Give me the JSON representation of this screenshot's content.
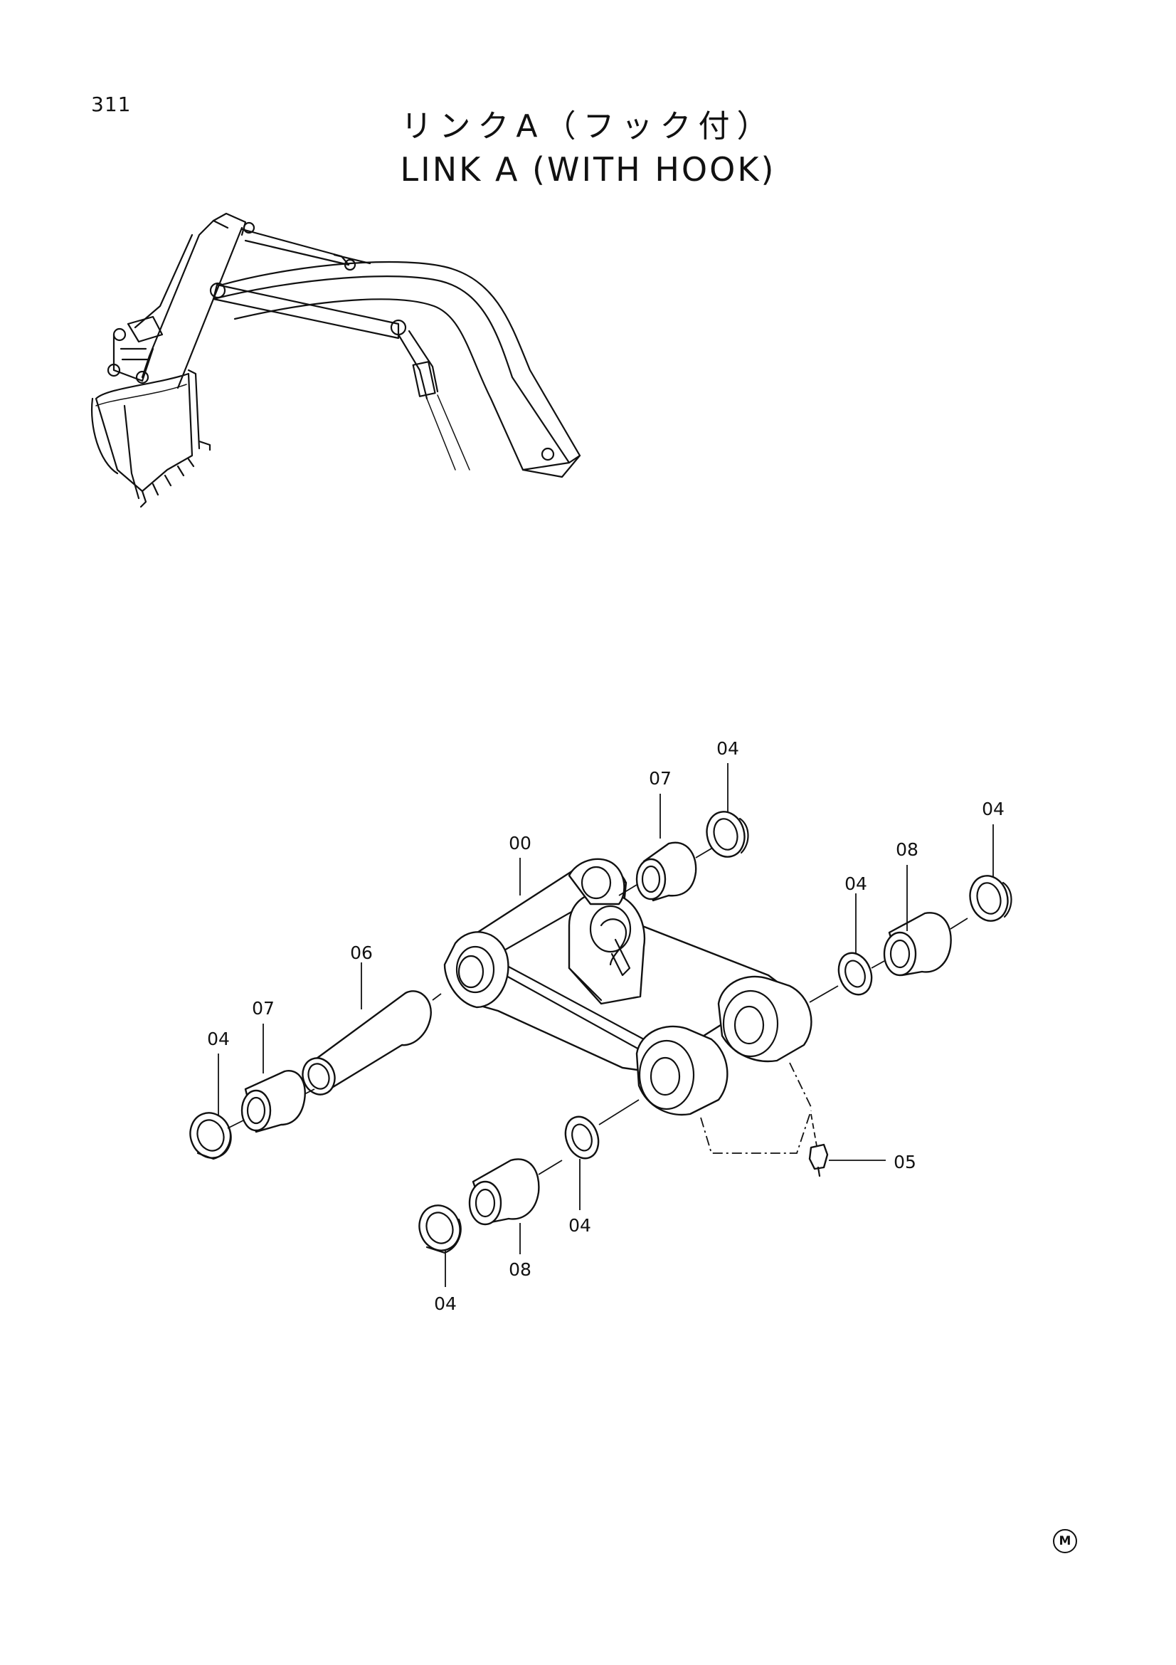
{
  "page": {
    "number": "311",
    "title_ja": "リンクA（フック付）",
    "title_en": "LINK A (WITH HOOK)",
    "corner_mark": "M"
  },
  "diagram": {
    "overview_illustration": "excavator-front-attachment",
    "callouts": [
      "00",
      "04",
      "04",
      "04",
      "04",
      "04",
      "04",
      "05",
      "06",
      "07",
      "07",
      "08",
      "08"
    ]
  }
}
